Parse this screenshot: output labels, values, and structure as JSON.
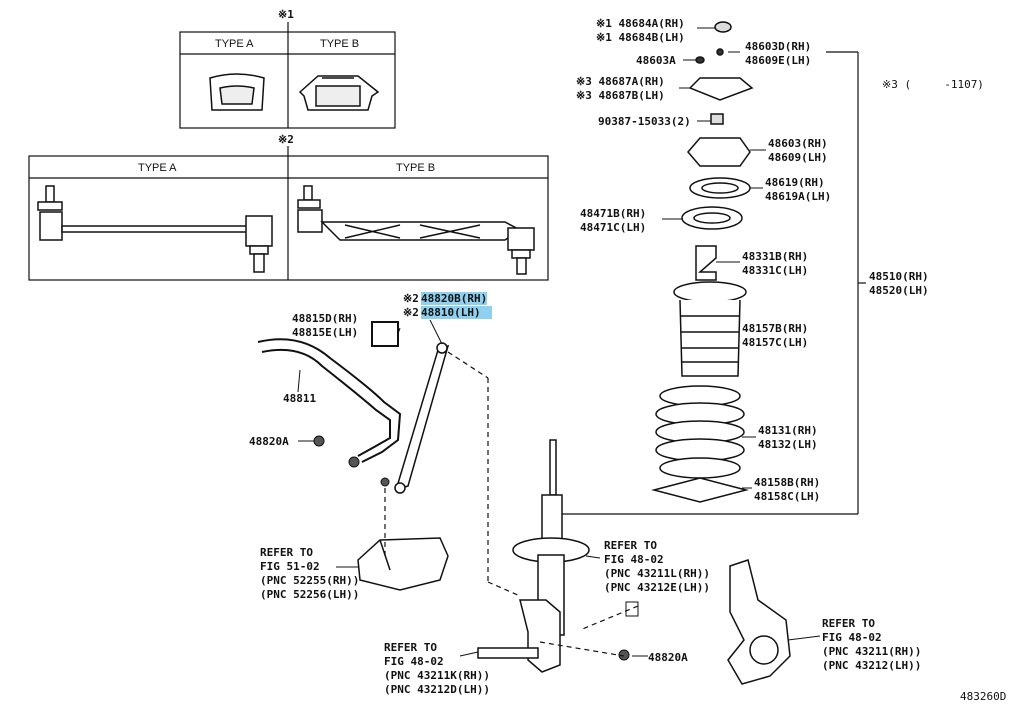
{
  "tables": {
    "t1_mark": "※1",
    "t1_type_a": "TYPE A",
    "t1_type_b": "TYPE B",
    "t2_mark": "※2",
    "t2_type_a": "TYPE A",
    "t2_type_b": "TYPE B"
  },
  "note_right": "※3 (     -1107)",
  "labels": {
    "p48684a": "※1 48684A(RH)",
    "p48684b": "※1 48684B(LH)",
    "p48603a": "48603A",
    "p48603d": "48603D(RH)",
    "p48609e": "48609E(LH)",
    "p48687a": "※3 48687A(RH)",
    "p48687b": "※3 48687B(LH)",
    "p90387": "90387-15033(2)",
    "p48603": "48603(RH)",
    "p48609": "48609(LH)",
    "p48619": "48619(RH)",
    "p48619a": "48619A(LH)",
    "p48471b": "48471B(RH)",
    "p48471c": "48471C(LH)",
    "p48331b": "48331B(RH)",
    "p48331c": "48331C(LH)",
    "p48510": "48510(RH)",
    "p48520": "48520(LH)",
    "p48157b": "48157B(RH)",
    "p48157c": "48157C(LH)",
    "p48131": "48131(RH)",
    "p48132": "48132(LH)",
    "p48158b": "48158B(RH)",
    "p48158c": "48158C(LH)",
    "p48820b_mark": "※2",
    "p48820b": "48820B(RH)",
    "p48810_mark": "※2",
    "p48810": "48810(LH)",
    "p48815d": "48815D(RH)",
    "p48815e": "48815E(LH)",
    "p48811": "48811",
    "p48820a_left": "48820A",
    "p48820a_bottom": "48820A",
    "ref1_l1": "REFER TO",
    "ref1_l2": "FIG 51-02",
    "ref1_l3": "(PNC 52255(RH))",
    "ref1_l4": "(PNC 52256(LH))",
    "ref2_l1": "REFER TO",
    "ref2_l2": "FIG 48-02",
    "ref2_l3": "(PNC 43211L(RH))",
    "ref2_l4": "(PNC 43212E(LH))",
    "ref3_l1": "REFER TO",
    "ref3_l2": "FIG 48-02",
    "ref3_l3": "(PNC 43211K(RH))",
    "ref3_l4": "(PNC 43212D(LH))",
    "ref4_l1": "REFER TO",
    "ref4_l2": "FIG 48-02",
    "ref4_l3": "(PNC 43211(RH))",
    "ref4_l4": "(PNC 43212(LH))",
    "diagram_id": "483260D"
  },
  "colors": {
    "line": "#111111",
    "highlight": "#8fd0ef",
    "background": "#ffffff"
  }
}
